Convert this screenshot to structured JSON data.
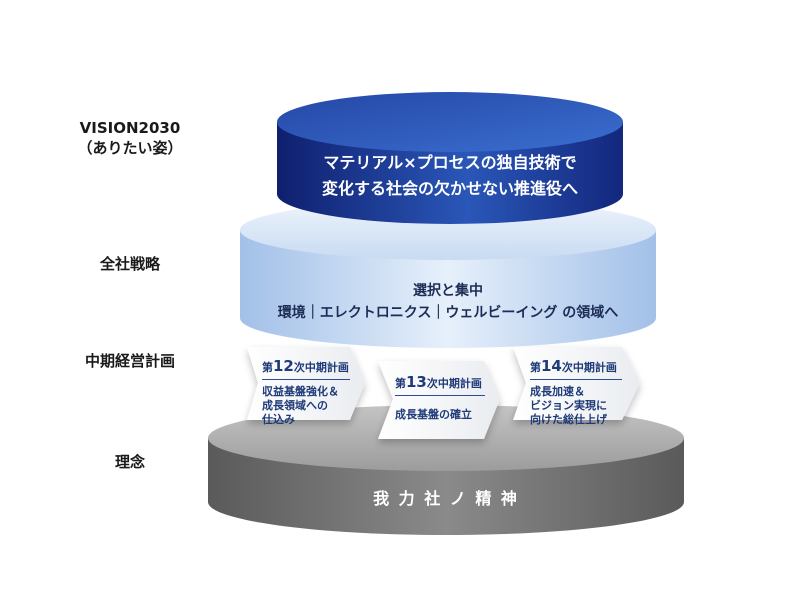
{
  "labels": {
    "vision_line1": "VISION2030",
    "vision_line2": "（ありたい姿）",
    "strategy": "全社戦略",
    "midterm": "中期経営計画",
    "philosophy": "理念"
  },
  "vision": {
    "line1": "マテリアル×プロセスの独自技術で",
    "line2": "変化する社会の欠かせない推進役へ"
  },
  "strategy": {
    "line1": "選択と集中",
    "line2": "環境｜エレクトロニクス｜ウェルビーイング の領域へ"
  },
  "plans": [
    {
      "prefix": "第",
      "num": "12",
      "suffix": "次中期計画",
      "body": [
        "収益基盤強化＆",
        "成長領域への",
        "仕込み"
      ]
    },
    {
      "prefix": "第",
      "num": "13",
      "suffix": "次中期計画",
      "body": [
        "成長基盤の確立"
      ]
    },
    {
      "prefix": "第",
      "num": "14",
      "suffix": "次中期計画",
      "body": [
        "成長加速＆",
        "ビジョン実現に",
        "向けた総仕上げ"
      ]
    }
  ],
  "philosophy": {
    "text": "我 力 社 ノ 精 神"
  },
  "colors": {
    "vision_dark": "#12247a",
    "vision_light": "#2f5ec0",
    "strategy_light": "#dce9f8",
    "strategy_mid": "#a9c6ea",
    "base_dark": "#5e5e5e",
    "base_light": "#9a9a9a",
    "plan_text": "#1e3a78"
  }
}
